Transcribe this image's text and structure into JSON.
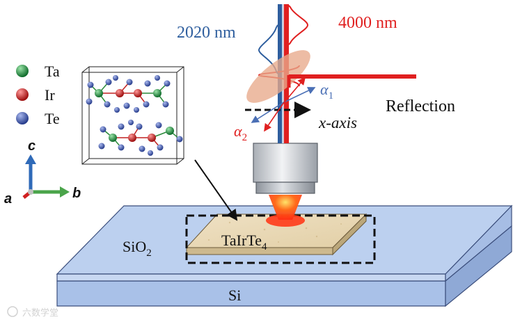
{
  "beams": {
    "blue_label": "2020 nm",
    "red_label": "4000 nm",
    "blue_color": "#2e5e9e",
    "red_color": "#e02020"
  },
  "detection": {
    "reflection_label": "Reflection",
    "axis_label": "x-axis",
    "alpha1": {
      "symbol": "α",
      "sub": "1"
    },
    "alpha2": {
      "symbol": "α",
      "sub": "2"
    }
  },
  "legend": {
    "items": [
      {
        "label": "Ta",
        "color": "#1a8a3a",
        "icon": "green-sphere"
      },
      {
        "label": "Ir",
        "color": "#d01818",
        "icon": "red-sphere"
      },
      {
        "label": "Te",
        "color": "#3a4ea8",
        "icon": "blue-sphere"
      }
    ]
  },
  "axes": {
    "c_label": "c",
    "a_label": "a",
    "b_label": "b"
  },
  "sample": {
    "name_main": "TaIrTe",
    "name_sub": "4",
    "oxide_main": "SiO",
    "oxide_sub": "2",
    "substrate_label": "Si"
  },
  "watermark": {
    "text": "六数学堂"
  }
}
